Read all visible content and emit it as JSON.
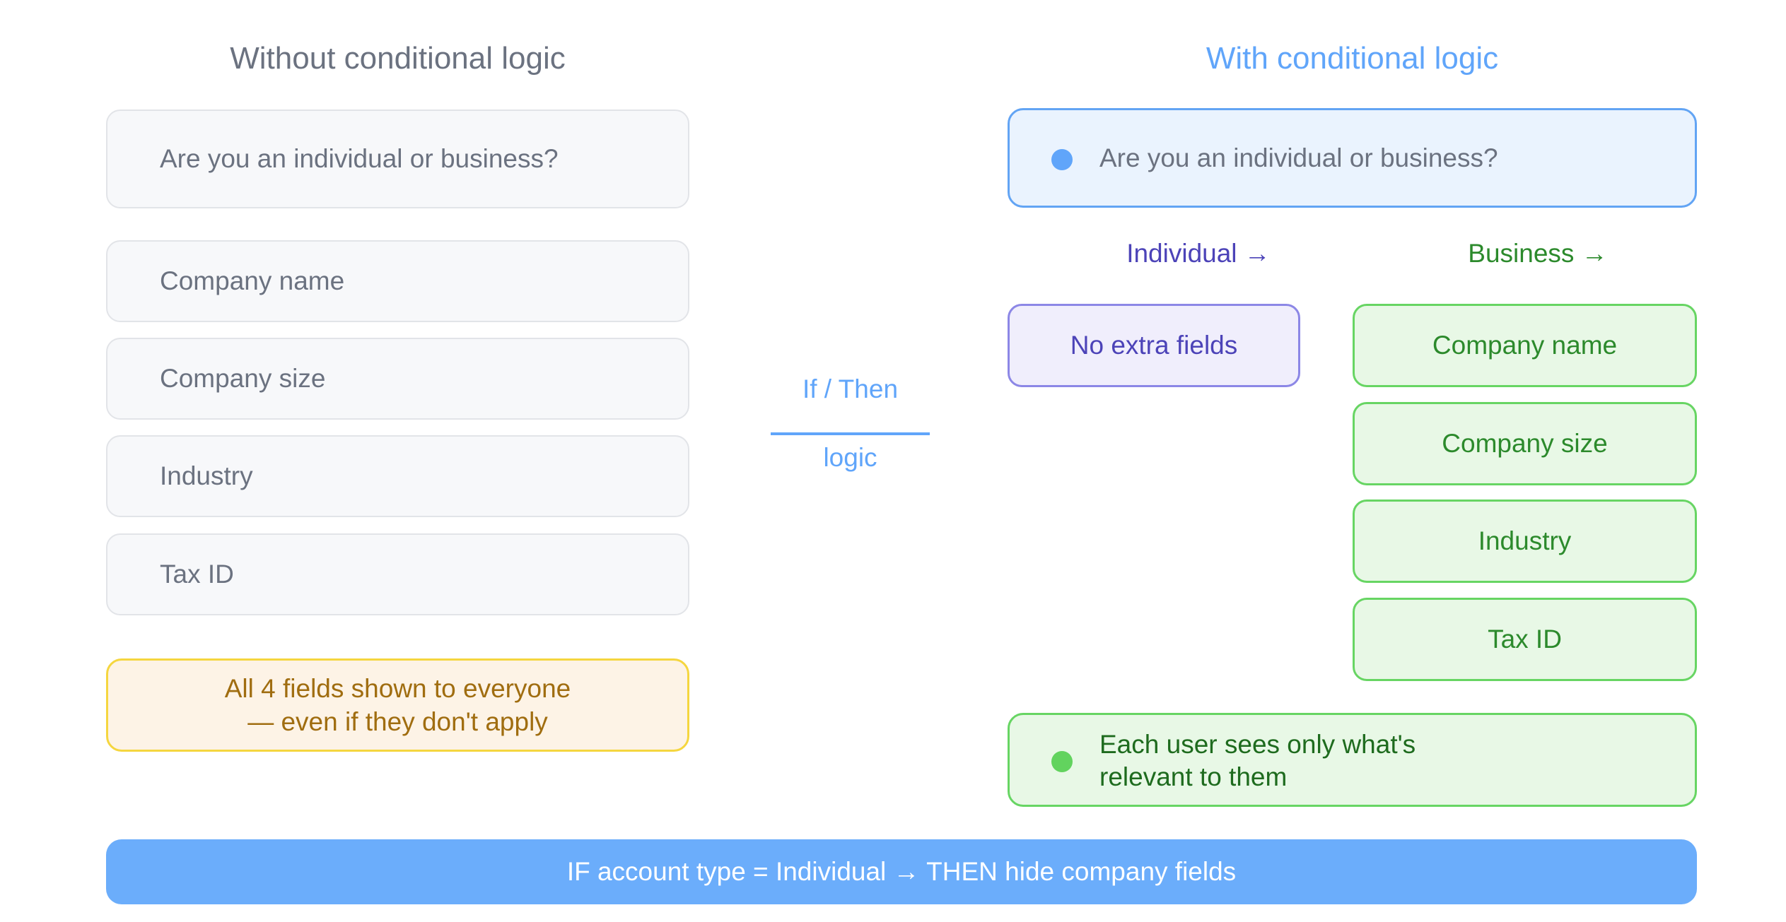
{
  "left": {
    "heading": "Without conditional logic",
    "question": "Are you an individual or business?",
    "fields": [
      "Company name",
      "Company size",
      "Industry",
      "Tax ID"
    ],
    "warning_line1": "All 4 fields shown to everyone",
    "warning_line2": "— even if they don't apply"
  },
  "middle": {
    "top_label": "If / Then",
    "bottom_label": "logic"
  },
  "right": {
    "heading": "With conditional logic",
    "question": "Are you an individual or business?",
    "individual_label": "Individual →",
    "business_label": "Business →",
    "individual_result": "No extra fields",
    "business_fields": [
      "Company name",
      "Company size",
      "Industry",
      "Tax ID"
    ],
    "note_line1": "Each user sees only what's",
    "note_line2": "relevant to them"
  },
  "banner": {
    "text": "IF account type = Individual → THEN hide company fields"
  },
  "colors": {
    "accent_blue": "#60a5fa",
    "individual_purple": "#4c43b8",
    "business_green": "#2c8a2c",
    "warning_amber": "#a06d10"
  }
}
